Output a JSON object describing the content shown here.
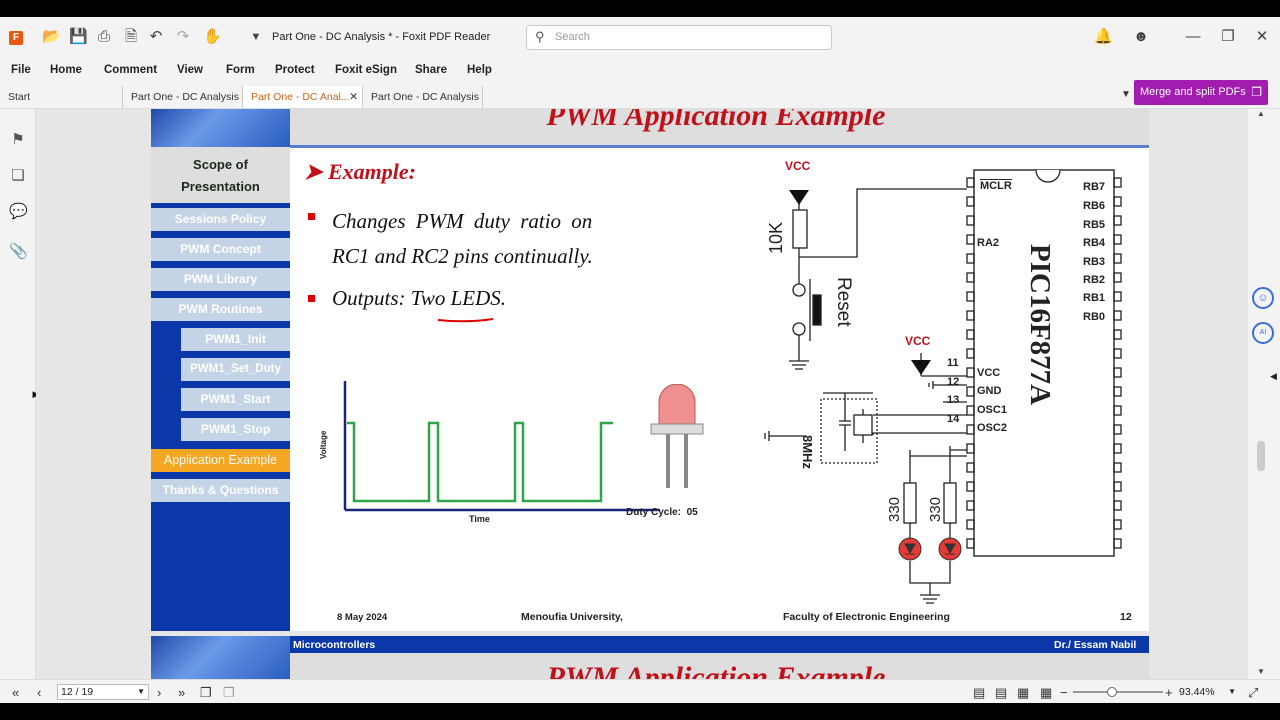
{
  "app": {
    "window_title": "Part One - DC Analysis * - Foxit PDF Reader",
    "search_placeholder": "Search"
  },
  "menu": [
    "File",
    "Home",
    "Comment",
    "View",
    "Form",
    "Protect",
    "Foxit eSign",
    "Share",
    "Help"
  ],
  "tabs": [
    {
      "label": "Start"
    },
    {
      "label": "Part One - DC Analysis *"
    },
    {
      "label": "Part One - DC Anal...",
      "active": true
    },
    {
      "label": "Part One - DC Analysis"
    }
  ],
  "merge_button": "Merge and split PDFs",
  "slide": {
    "title": "PWM Application Example",
    "nav": {
      "scope_line1": "Scope of",
      "scope_line2": "Presentation",
      "items": [
        "Sessions Policy",
        "PWM Concept",
        "PWM Library",
        "PWM Routines"
      ],
      "subitems": [
        "PWM1_Init",
        "PWM1_Set_Duty",
        "PWM1_Start",
        "PWM1_Stop"
      ],
      "active": "Application Example",
      "last": "Thanks & Questions"
    },
    "example_heading": "Example:",
    "bullet1_line1": "Changes PWM duty ratio on",
    "bullet1_line2": "RC1 and RC2 pins continually.",
    "bullet2": "Outputs: Two LEDS.",
    "chart": {
      "ylabel": "Voltage",
      "xlabel": "Time",
      "duty_label": "Duty Cycle:  05"
    },
    "circuit": {
      "vcc": "VCC",
      "r_reset": "10K",
      "reset": "Reset",
      "chip": "PIC16F877A",
      "mclr": "MCLR",
      "ra2": "RA2",
      "rb": [
        "RB7",
        "RB6",
        "RB5",
        "RB4",
        "RB3",
        "RB2",
        "RB1",
        "RB0"
      ],
      "pins": [
        {
          "num": "11",
          "name": "VCC"
        },
        {
          "num": "12",
          "name": "GND"
        },
        {
          "num": "13",
          "name": "OSC1"
        },
        {
          "num": "14",
          "name": "OSC2"
        }
      ],
      "crystal": "8MHz",
      "r1": "330",
      "r2": "330"
    },
    "footer": {
      "date": "8 May 2024",
      "university": "Menoufia University,",
      "faculty": "Faculty of Electronic Engineering",
      "page": "12"
    },
    "bottom_bar": {
      "left": "Microcontrollers",
      "right": "Dr./ Essam Nabil"
    }
  },
  "status": {
    "page": "12 / 19",
    "zoom": "93.44%"
  }
}
